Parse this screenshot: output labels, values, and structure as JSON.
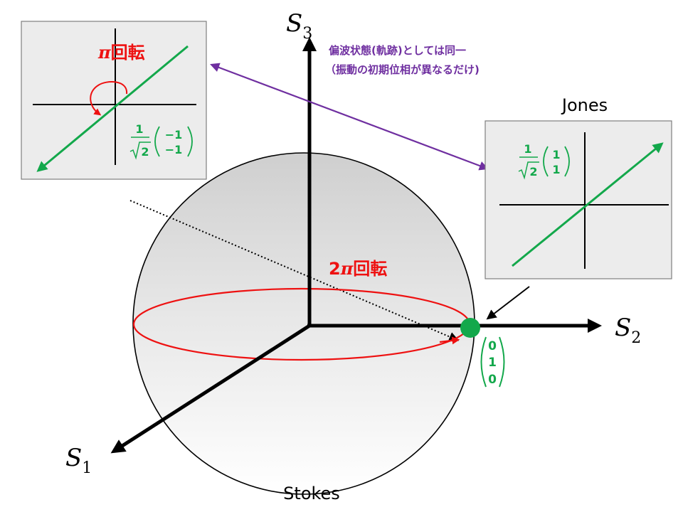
{
  "axes": {
    "s1": {
      "symbol": "S",
      "sub": "1"
    },
    "s2": {
      "symbol": "S",
      "sub": "2"
    },
    "s3": {
      "symbol": "S",
      "sub": "3"
    }
  },
  "captions": {
    "stokes": "Stokes",
    "jones": "Jones"
  },
  "rotation_labels": {
    "pi": {
      "symbol": "π",
      "text": "回転"
    },
    "two_pi": {
      "prefix": "2",
      "symbol": "π",
      "text": "回転"
    }
  },
  "note": {
    "line1": "偏波状態(軌跡)としては同一",
    "line2": "（振動の初期位相が異なるだけ)"
  },
  "vectors": {
    "point": [
      "0",
      "1",
      "0"
    ],
    "left_inset": {
      "coef_num": "1",
      "coef_den": "2",
      "entries": [
        "−1",
        "−1"
      ]
    },
    "right_inset": {
      "coef_num": "1",
      "coef_den": "2",
      "entries": [
        "1",
        "1"
      ]
    }
  },
  "colors": {
    "green": "#13a84b",
    "red": "#ee1111",
    "purple": "#6f2fa0",
    "inset_bg": "#ececec"
  }
}
